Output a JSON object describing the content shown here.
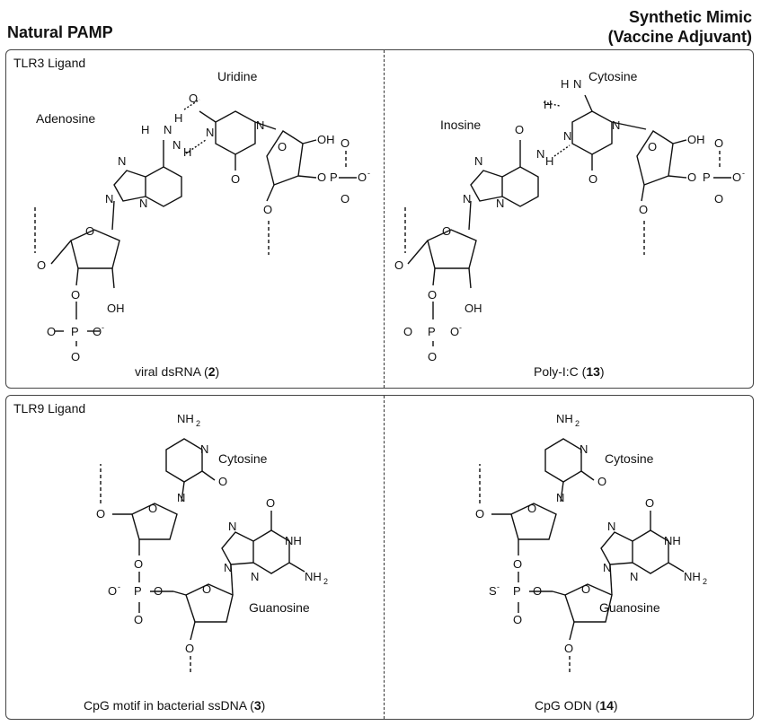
{
  "header": {
    "left": "Natural PAMP",
    "right_line1": "Synthetic Mimic",
    "right_line2": "(Vaccine Adjuvant)"
  },
  "top_panel": {
    "title": "TLR3 Ligand",
    "left": {
      "base1": "Adenosine",
      "base2": "Uridine",
      "caption_prefix": "viral dsRNA (",
      "caption_num": "2",
      "caption_suffix": ")"
    },
    "right": {
      "base1": "Inosine",
      "base2": "Cytosine",
      "caption_prefix": "Poly-I:C (",
      "caption_num": "13",
      "caption_suffix": ")"
    }
  },
  "bottom_panel": {
    "title": "TLR9 Ligand",
    "left": {
      "base1": "Cytosine",
      "base2": "Guanosine",
      "caption_prefix": "CpG motif in bacterial ssDNA (",
      "caption_num": "3",
      "caption_suffix": ")"
    },
    "right": {
      "base1": "Cytosine",
      "base2": "Guanosine",
      "caption_prefix": "CpG ODN (",
      "caption_num": "14",
      "caption_suffix": ")"
    }
  }
}
